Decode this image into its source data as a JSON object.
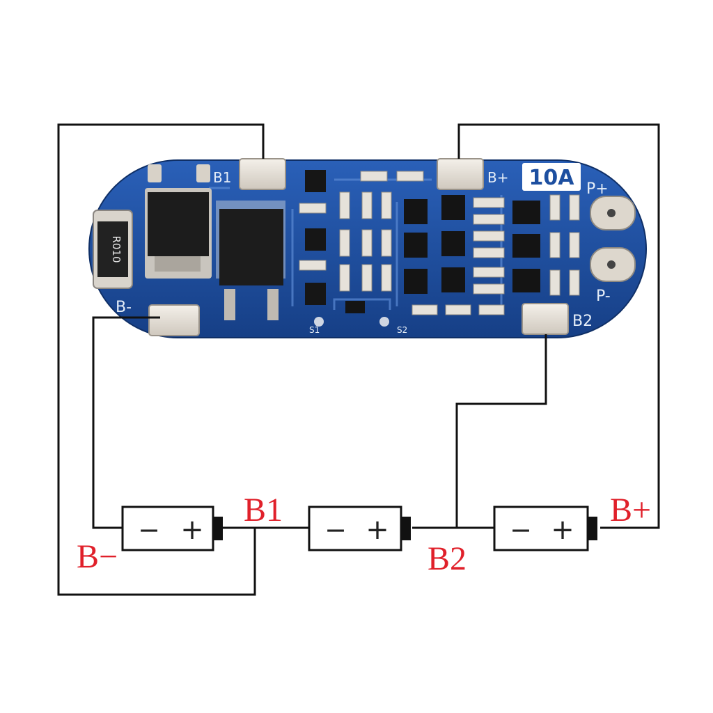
{
  "board": {
    "rating": "10A",
    "pads": {
      "b1": "B1",
      "bplus": "B+",
      "bminus": "B-",
      "b2": "B2",
      "pplus": "P+",
      "pminus": "P-"
    },
    "resistor": "R010",
    "switches": {
      "s1": "S1",
      "s2": "S2"
    }
  },
  "labels": {
    "bminus": "B−",
    "b1": "B1",
    "b2": "B2",
    "bplus": "B+"
  },
  "cells": [
    {
      "minus": "−",
      "plus": "+"
    },
    {
      "minus": "−",
      "plus": "+"
    },
    {
      "minus": "−",
      "plus": "+"
    }
  ],
  "colors": {
    "pcb": "#1d4fa0",
    "label": "#e0202a",
    "wire": "#111111"
  }
}
